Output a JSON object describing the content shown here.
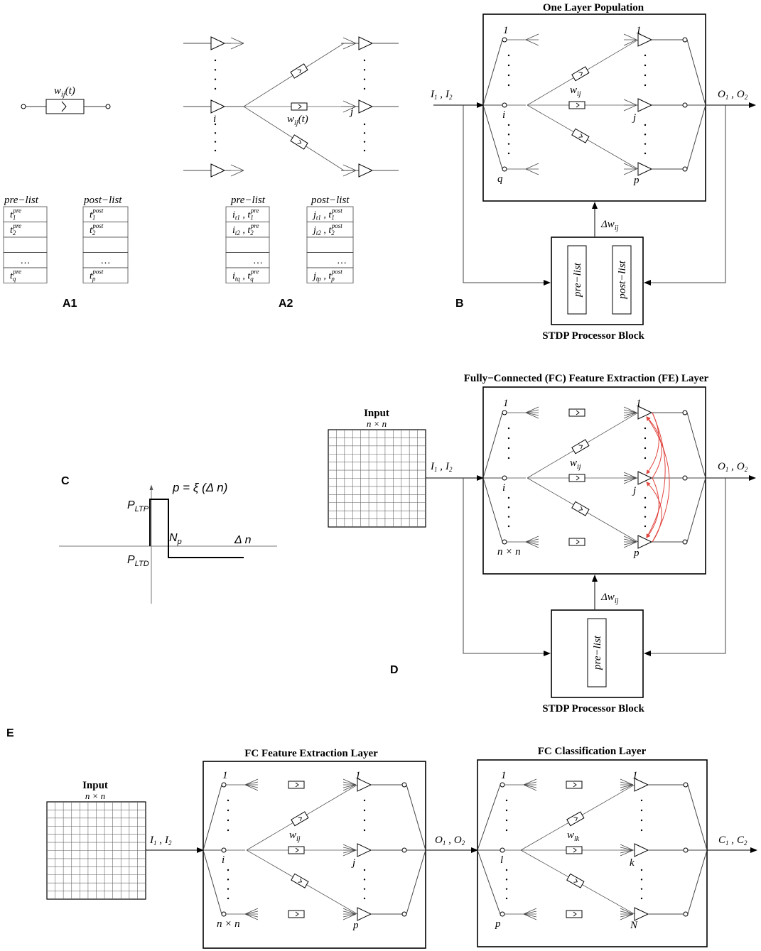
{
  "panels": {
    "A1": "A1",
    "A2": "A2",
    "B": "B",
    "C": "C",
    "D": "D",
    "E": "E"
  },
  "a1": {
    "weight": "w",
    "weight_sub": "ij",
    "weight_arg": "(t)",
    "pre_header": "pre−list",
    "post_header": "post−list",
    "pre_rows": [
      {
        "base": "t",
        "sup": "pre",
        "sub": "1"
      },
      {
        "base": "t",
        "sup": "pre",
        "sub": "2"
      },
      {
        "base": "",
        "sup": "",
        "sub": ""
      },
      {
        "base": "…",
        "sup": "",
        "sub": ""
      },
      {
        "base": "t",
        "sup": "pre",
        "sub": "q"
      }
    ],
    "post_rows": [
      {
        "base": "t",
        "sup": "post",
        "sub": "1"
      },
      {
        "base": "t",
        "sup": "post",
        "sub": "2"
      },
      {
        "base": "",
        "sup": "",
        "sub": ""
      },
      {
        "base": "…",
        "sup": "",
        "sub": ""
      },
      {
        "base": "t",
        "sup": "post",
        "sub": "p"
      }
    ]
  },
  "a2": {
    "pre_label": "i",
    "post_label": "j",
    "weight": "w",
    "weight_sub": "ij",
    "weight_arg": "(t)",
    "pre_header": "pre−list",
    "post_header": "post−list",
    "pre_rows": [
      {
        "a": "i",
        "asub": "t1",
        "b": "t",
        "bsub": "1",
        "bsup": "pre"
      },
      {
        "a": "i",
        "asub": "t2",
        "b": "t",
        "bsub": "2",
        "bsup": "pre"
      },
      {
        "a": "",
        "asub": "",
        "b": "",
        "bsub": "",
        "bsup": ""
      },
      {
        "a": "…",
        "asub": "",
        "b": "",
        "bsub": "",
        "bsup": ""
      },
      {
        "a": "i",
        "asub": "tq",
        "b": "t",
        "bsub": "q",
        "bsup": "pre"
      }
    ],
    "post_rows": [
      {
        "a": "j",
        "asub": "t1",
        "b": "t",
        "bsub": "1",
        "bsup": "post"
      },
      {
        "a": "j",
        "asub": "t2",
        "b": "t",
        "bsub": "2",
        "bsup": "post"
      },
      {
        "a": "",
        "asub": "",
        "b": "",
        "bsub": "",
        "bsup": ""
      },
      {
        "a": "…",
        "asub": "",
        "b": "",
        "bsub": "",
        "bsup": ""
      },
      {
        "a": "j",
        "asub": "tp",
        "b": "t",
        "bsub": "p",
        "bsup": "post"
      }
    ]
  },
  "b": {
    "title": "One Layer Population",
    "input": {
      "a": "I",
      "asub": "1",
      "b": "I",
      "bsub": "2"
    },
    "output": {
      "a": "O",
      "asub": "1",
      "b": "O",
      "bsub": "2"
    },
    "pre_top": "1",
    "pre_mid": "i",
    "pre_bot": "q",
    "post_top": "1",
    "post_mid": "j",
    "post_bot": "p",
    "weight": "w",
    "weight_sub": "ij",
    "delta": "Δw",
    "delta_sub": "ij",
    "block_title": "STDP Processor Block",
    "list1": "pre−list",
    "list2": "post−list"
  },
  "c": {
    "func": "p = ξ (Δ n)",
    "ltp": "P",
    "ltp_sub": "LTP",
    "ltd": "P",
    "ltd_sub": "LTD",
    "np": "N",
    "np_sub": "p",
    "dn": "Δ n"
  },
  "d": {
    "title": "Fully−Connected (FC) Feature Extraction (FE) Layer",
    "input_title": "Input",
    "input_size": "n × n",
    "input": {
      "a": "I",
      "asub": "1",
      "b": "I",
      "bsub": "2"
    },
    "output": {
      "a": "O",
      "asub": "1",
      "b": "O",
      "bsub": "2"
    },
    "pre_top": "1",
    "pre_mid": "i",
    "pre_bot": "n × n",
    "post_top": "1",
    "post_mid": "j",
    "post_bot": "p",
    "weight": "w",
    "weight_sub": "ij",
    "delta": "Δw",
    "delta_sub": "ij",
    "block_title": "STDP Processor Block",
    "list1": "pre−list",
    "inhibition_color": "#e0453f"
  },
  "e": {
    "input_title": "Input",
    "input_size": "n × n",
    "input": {
      "a": "I",
      "asub": "1",
      "b": "I",
      "bsub": "2"
    },
    "mid": {
      "a": "O",
      "asub": "1",
      "b": "O",
      "bsub": "2"
    },
    "output": {
      "a": "C",
      "asub": "1",
      "b": "C",
      "bsub": "2"
    },
    "fe_title": "FC Feature Extraction Layer",
    "fe_pre_top": "1",
    "fe_pre_mid": "i",
    "fe_pre_bot": "n × n",
    "fe_post_top": "1",
    "fe_post_mid": "j",
    "fe_post_bot": "p",
    "fe_weight": "w",
    "fe_weight_sub": "ij",
    "cl_title": "FC Classification Layer",
    "cl_pre_top": "1",
    "cl_pre_mid": "l",
    "cl_pre_bot": "p",
    "cl_post_top": "1",
    "cl_post_mid": "k",
    "cl_post_bot": "N",
    "cl_weight": "w",
    "cl_weight_sub": "lk"
  }
}
